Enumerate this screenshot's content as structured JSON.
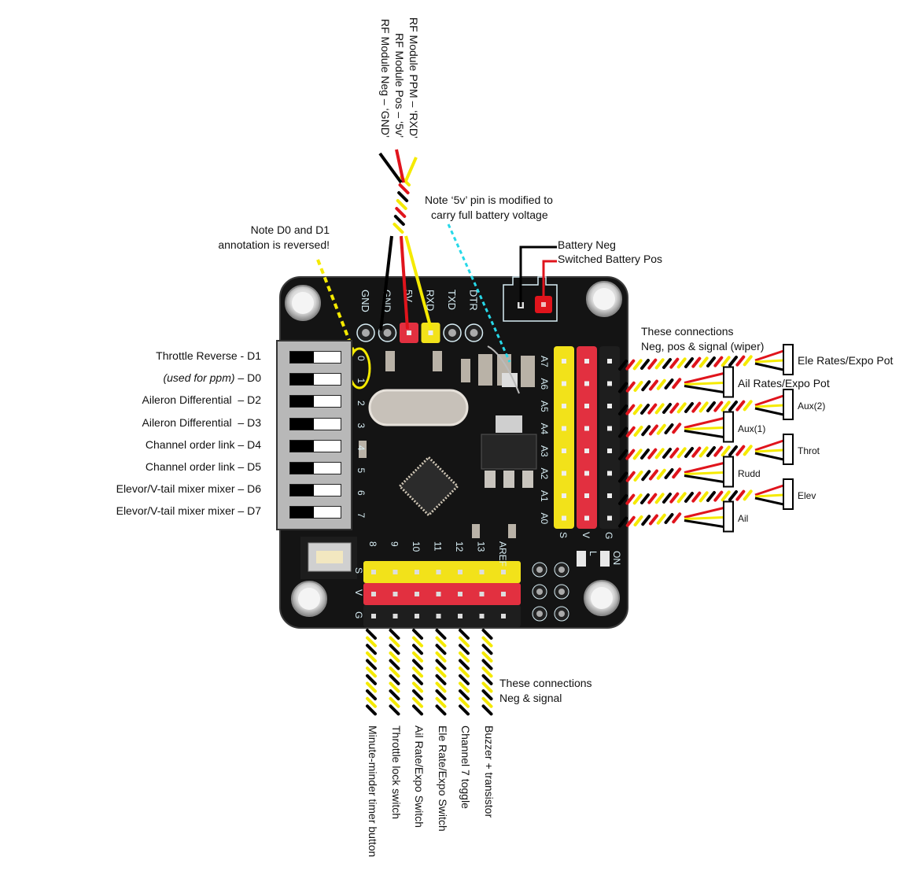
{
  "colors": {
    "board": "#141414",
    "wire_signal": "#f5ea00",
    "wire_pos": "#e0141c",
    "wire_neg": "#000000",
    "pin_header_signal": "#f2e21a",
    "pin_header_pos": "#e23040",
    "pin_header_neg": "#1e1e1e",
    "dip_panel": "#b8b8b8",
    "note_d0d1": "#f5ea00",
    "note_5v": "#27d8e8",
    "silkscreen": "#d8eef5"
  },
  "rf_module": {
    "labels": [
      "RF Module PPM – ‘RXD’",
      "RF Module Pos – ‘5v’",
      "RF Module Neg – ‘GND’"
    ]
  },
  "notes": {
    "d0d1_line1": "Note D0 and D1",
    "d0d1_line2": "annotation is reversed!",
    "fivev_line1": "Note ‘5v’ pin is modified to",
    "fivev_line2": "carry full battery voltage"
  },
  "battery": {
    "neg": "Battery Neg",
    "pos": "Switched Battery Pos"
  },
  "top_header_pins": [
    "GND",
    "GND",
    "5V",
    "RXD",
    "TXD",
    "DTR"
  ],
  "dip_switches": [
    {
      "label": "Throttle Reverse",
      "pin": " - D1",
      "italic": false
    },
    {
      "label": "(used for ppm)",
      "pin": " – D0",
      "italic": true
    },
    {
      "label": "Aileron Differential",
      "pin": "  – D2",
      "italic": false
    },
    {
      "label": "Aileron Differential",
      "pin": "  – D3",
      "italic": false
    },
    {
      "label": "Channel order link",
      "pin": " – D4",
      "italic": false
    },
    {
      "label": "Channel order link",
      "pin": " – D5",
      "italic": false
    },
    {
      "label": "Elevor/V-tail mixer mixer",
      "pin": " – D6",
      "italic": false
    },
    {
      "label": "Elevor/V-tail mixer mixer",
      "pin": " – D7",
      "italic": false
    }
  ],
  "board_silk": {
    "digital_left": [
      "0",
      "1",
      "2",
      "3",
      "4",
      "5",
      "6",
      "7"
    ],
    "analog": [
      "A7",
      "A6",
      "A5",
      "A4",
      "A3",
      "A2",
      "A1",
      "A0"
    ],
    "analog_cols": [
      "S",
      "V",
      "G"
    ],
    "digital_bottom": [
      "8",
      "9",
      "10",
      "11",
      "12",
      "13",
      "AREF"
    ],
    "bottom_rows": [
      "S",
      "V",
      "G"
    ],
    "leds": [
      "L",
      "ON"
    ]
  },
  "right_connections": {
    "header_line1": "These connections",
    "header_line2": "Neg, pos & signal (wiper)",
    "items": [
      {
        "label": "Ele Rates/Expo Pot",
        "long": true,
        "size": "large"
      },
      {
        "label": "Ail Rates/Expo Pot",
        "long": false,
        "size": "large"
      },
      {
        "label": "Aux(2)",
        "long": true,
        "size": "small"
      },
      {
        "label": "Aux(1)",
        "long": false,
        "size": "small"
      },
      {
        "label": "Throt",
        "long": true,
        "size": "small"
      },
      {
        "label": "Rudd",
        "long": false,
        "size": "small"
      },
      {
        "label": "Elev",
        "long": true,
        "size": "small"
      },
      {
        "label": "Ail",
        "long": false,
        "size": "small"
      }
    ]
  },
  "bottom_connections": {
    "header_line1": "These connections",
    "header_line2": "Neg & signal",
    "items": [
      "Minute-minder timer button",
      "Throttle lock switch",
      "Ail Rate/Expo Switch",
      "Ele Rate/Expo Switch",
      "Channel 7 toggle",
      "Buzzer + transistor"
    ]
  }
}
